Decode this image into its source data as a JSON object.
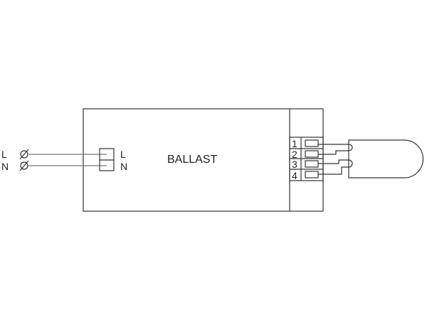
{
  "diagram": {
    "ballast_label": "BALLAST",
    "mains": [
      {
        "label": "L"
      },
      {
        "label": "N"
      }
    ],
    "input_terminals": [
      {
        "label": "L"
      },
      {
        "label": "N"
      }
    ],
    "output_terminals": [
      {
        "label": "1"
      },
      {
        "label": "2"
      },
      {
        "label": "3"
      },
      {
        "label": "4"
      }
    ],
    "line_color": "#333333"
  }
}
